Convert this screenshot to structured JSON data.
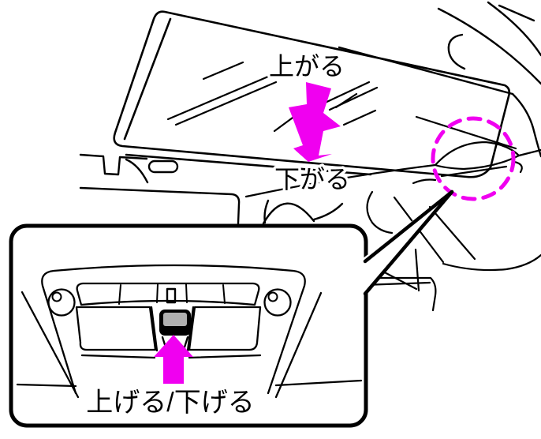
{
  "diagram": {
    "labels": {
      "up": "上がる",
      "down": "下がる",
      "raise_lower": "上げる/下げる"
    },
    "colors": {
      "highlight_magenta": "#F000F0",
      "line_black": "#000000",
      "button_gray": "#B0B0B0",
      "background": "#FFFFFF"
    },
    "icons": {
      "tilt_double_arrow": "up-down-double-arrow",
      "press_arrow": "up-arrow",
      "highlight_circle": "dashed-circle",
      "callout": "callout-pointer"
    }
  }
}
